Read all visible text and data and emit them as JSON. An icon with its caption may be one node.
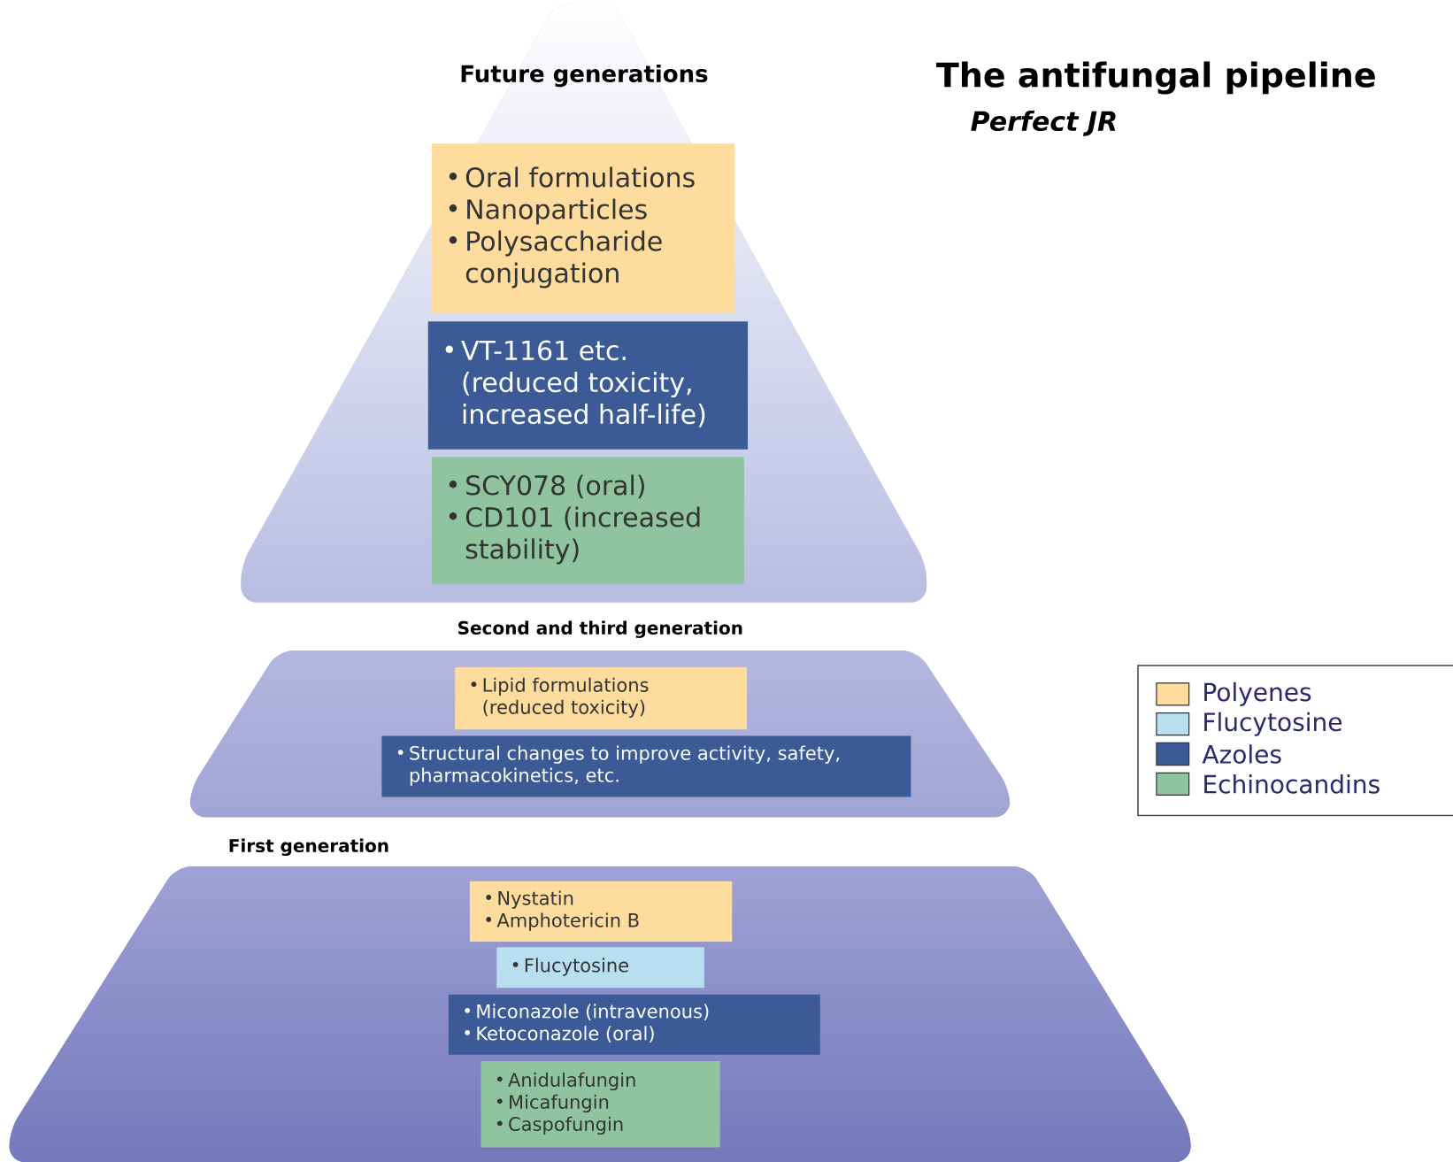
{
  "diagram": {
    "title": "The antifungal pipeline",
    "caption": "Perfect JR",
    "nodes": [
      {
        "text": [
          "Future generations"
        ]
      },
      {
        "text": [
          "Oral formulations",
          "Nanoparticles",
          "Polysaccharide conjugation"
        ],
        "in": 0
      },
      {
        "text": [
          "VT-1161 etc. (reduced toxicity, increased half-life)"
        ],
        "in": 0
      },
      {
        "text": [
          "SCY078 (oral)",
          "CD101 (increased stability)"
        ],
        "in": 0
      },
      {
        "text": [
          "Second and third generation"
        ]
      },
      {
        "text": [
          "Lipid formulations (reduced toxicity)"
        ],
        "in": 4
      },
      {
        "text": [
          "Structural changes to improve activity, safety, pharmacokinetics, etc."
        ],
        "in": 4
      },
      {
        "text": [
          "First generation"
        ]
      },
      {
        "text": [
          "Nystatin",
          "Amphotericin B"
        ],
        "in": 7
      },
      {
        "text": [
          "Flucytosine"
        ],
        "in": 7
      },
      {
        "text": [
          "Miconazole (intravenous)",
          "Ketoconazole (oral)"
        ],
        "in": 7
      },
      {
        "text": [
          "Anidulafungin",
          "Micafungin",
          "Caspofungin"
        ],
        "in": 7
      }
    ],
    "legend": [
      {
        "text": "Polyenes",
        "color": "#fddc9e"
      },
      {
        "text": "Flucytosine",
        "color": "#b7dff0"
      },
      {
        "text": "Azoles",
        "color": "#3b5a96"
      },
      {
        "text": "Echinocandins",
        "color": "#8fc49e"
      }
    ]
  }
}
